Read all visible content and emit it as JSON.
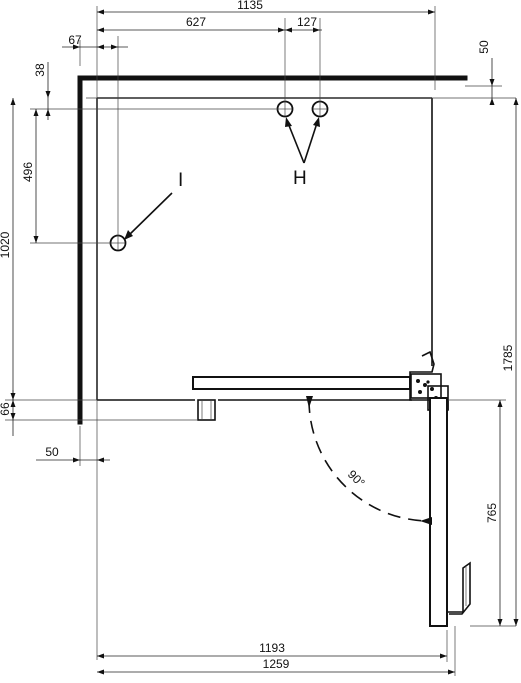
{
  "dimensions": {
    "top_total": "1135",
    "top_left": "627",
    "top_gap": "127",
    "left_offset": "67",
    "right_top": "50",
    "left_small": "38",
    "left_mid": "496",
    "left_tall": "1020",
    "right_tall": "1785",
    "left_bottom": "66",
    "bottom_left": "50",
    "right_door": "765",
    "bottom_inner": "1193",
    "bottom_total": "1259"
  },
  "labels": {
    "inlet_i": "I",
    "outlets_h": "H",
    "door_angle": "90°"
  },
  "colors": {
    "line": "#111111",
    "background": "#ffffff"
  }
}
